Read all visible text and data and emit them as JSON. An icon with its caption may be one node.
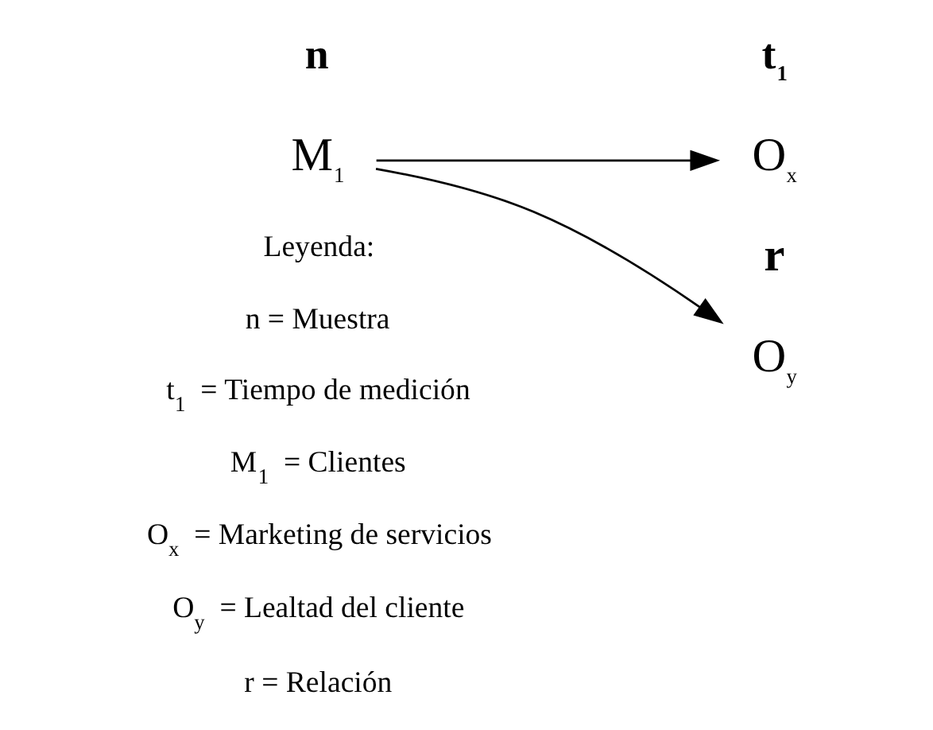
{
  "diagram": {
    "nodes": [
      {
        "text": [
          "M$_{1}$"
        ]
      },
      {
        "text": [
          "O$_{x}$"
        ]
      },
      {
        "text": [
          "O$_{y}$"
        ]
      }
    ],
    "edges": [
      {
        "from": 0,
        "to": 1,
        "arrow": "to"
      },
      {
        "from": 0,
        "to": 2,
        "arrow": "to"
      }
    ],
    "labels": [
      "n",
      "t$_{1}$",
      "r",
      "Leyenda:",
      "n = Muestra",
      "t$_{1}$ = Tiempo de medición",
      "M$_{1}$ = Clientes",
      "O$_{x}$ = Marketing de servicios",
      "O$_{y}$ = Lealtad del cliente",
      "r = Relación"
    ]
  }
}
